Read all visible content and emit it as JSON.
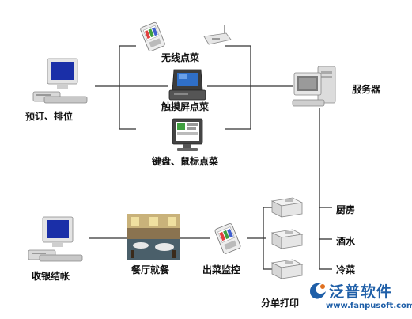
{
  "nodes": {
    "wireless_order": "无线点菜",
    "touch_order": "触摸屏点菜",
    "keyboard_order": "键盘、鼠标点菜",
    "reserve": "预订、排位",
    "server": "服务器",
    "checkout": "收银结帐",
    "dining": "餐厅就餐",
    "dish_monitor": "出菜监控",
    "kitchen": "厨房",
    "wine": "酒水",
    "cold_dish": "冷菜",
    "split_print": "分单打印"
  },
  "brand": {
    "name": "泛普软件",
    "url": "www.fanpusoft.com"
  },
  "icons": {
    "computer": "desktop-computer-icon",
    "pda": "handheld-pda-icon",
    "router": "wireless-base-icon",
    "pos": "touch-pos-terminal-icon",
    "monitor": "lcd-monitor-icon",
    "printer": "receipt-printer-icon",
    "restaurant": "restaurant-photo-icon",
    "logo": "fanpu-logo-icon"
  },
  "colors": {
    "line": "#333333",
    "screen": "#1a2fa8",
    "brand": "#1f5fa8",
    "logo_accent": "#e07020"
  }
}
